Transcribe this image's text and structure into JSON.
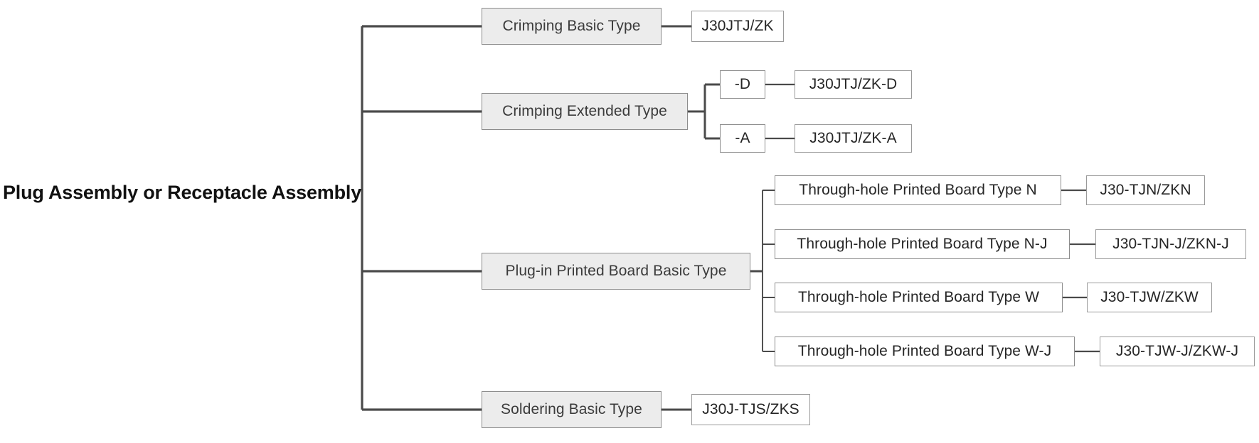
{
  "diagram": {
    "title": "Plug Assembly or Receptacle Assembly",
    "type": "tree",
    "root": {
      "label": "Plug Assembly or Receptacle Assembly"
    },
    "branches": [
      {
        "id": "crimping-basic",
        "label": "Crimping Basic Type",
        "leaf": "J30JTJ/ZK",
        "children": []
      },
      {
        "id": "crimping-extended",
        "label": "Crimping Extended Type",
        "children": [
          {
            "id": "suffix-d",
            "label": "-D",
            "leaf": "J30JTJ/ZK-D"
          },
          {
            "id": "suffix-a",
            "label": "-A",
            "leaf": "J30JTJ/ZK-A"
          }
        ]
      },
      {
        "id": "plug-in-printed-board",
        "label": "Plug-in Printed Board Basic Type",
        "children": [
          {
            "id": "type-n",
            "label": "Through-hole Printed Board Type N",
            "leaf": "J30-TJN/ZKN"
          },
          {
            "id": "type-n-j",
            "label": "Through-hole Printed Board Type N-J",
            "leaf": "J30-TJN-J/ZKN-J"
          },
          {
            "id": "type-w",
            "label": "Through-hole Printed Board Type W",
            "leaf": "J30-TJW/ZKW"
          },
          {
            "id": "type-w-j",
            "label": "Through-hole Printed Board Type W-J",
            "leaf": "J30-TJW-J/ZKW-J"
          }
        ]
      },
      {
        "id": "soldering-basic",
        "label": "Soldering Basic Type",
        "leaf": "J30J-TJS/ZKS",
        "children": []
      }
    ],
    "colors": {
      "level1_fill": "#ececec",
      "level1_border": "#8c8c8c",
      "leaf_fill": "#ffffff",
      "leaf_border": "#9a9a9a",
      "line": "#4a4a4a",
      "text": "#262626",
      "root_text": "#111111",
      "background": "#ffffff"
    }
  }
}
